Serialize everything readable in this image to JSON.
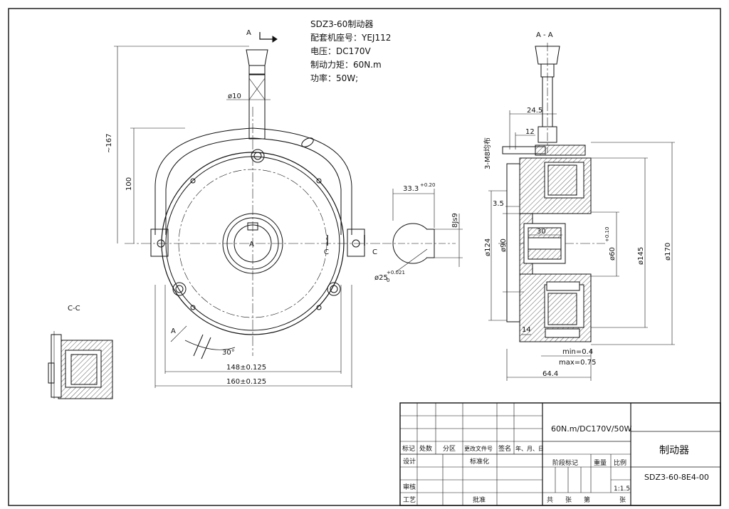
{
  "spec": {
    "name": "SDZ3-60制动器",
    "seat": "配套机座号：YEJ112",
    "voltage": "电压：DC170V",
    "torque": "制动力矩：60N.m",
    "power": "功率：50W;"
  },
  "section_labels": {
    "a_mark": "A",
    "a_mark_bottom": "A",
    "a_center": "A",
    "c_left": "C",
    "c_right": "C",
    "aa": "A - A",
    "cc": "C-C"
  },
  "dims_front": {
    "d10": "ø10",
    "h167": "~167",
    "h100": "100",
    "w148": "148±0.125",
    "w160": "160±0.125",
    "angle": "30°"
  },
  "dims_key": {
    "w33": "33.3",
    "w33_tol": "+0.20",
    "k8": "8Js9",
    "d25": "ø25",
    "d25_tol": "+0.021",
    "d25_tol2": "0"
  },
  "dims_side": {
    "d245": "24.5",
    "d12": "12",
    "m8": "3-M8均布",
    "d35": "3.5",
    "d124": "ø124",
    "d90": "ø90",
    "d30": "30",
    "d60": "ø60",
    "d60_tol": "+0.10",
    "d145": "ø145",
    "d170": "ø170",
    "d14": "14",
    "min": "min=0.4",
    "max": "max=0.75",
    "d644": "64.4"
  },
  "title_block": {
    "spec_line": "60N.m/DC170V/50W",
    "part_name": "制动器",
    "drawing_no": "SDZ3-60-8E4-00",
    "scale": "1:1.5",
    "h_mark": "标记",
    "h_count": "处数",
    "h_zone": "分区",
    "h_change": "更改文件号",
    "h_sign": "签名",
    "h_date": "年、月、日",
    "design": "设计",
    "standard": "标准化",
    "stage": "阶段标记",
    "weight": "重量",
    "ratio": "比例",
    "review": "审核",
    "process": "工艺",
    "approve": "批准",
    "total": "共",
    "sheets": "张",
    "num": "第",
    "sheets2": "张"
  }
}
